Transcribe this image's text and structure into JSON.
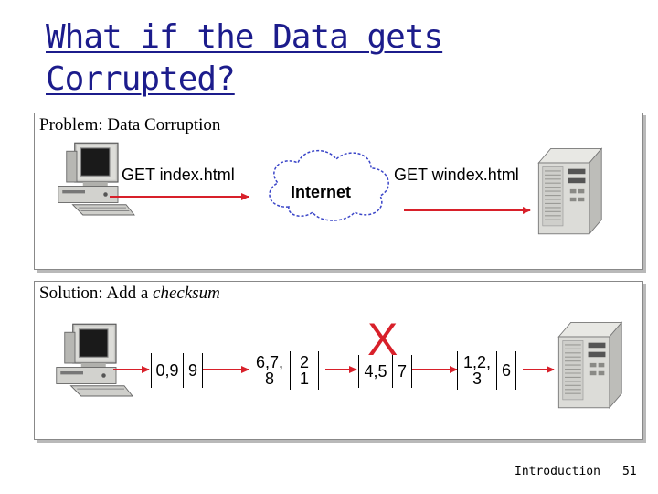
{
  "slide": {
    "title_line1": "What if the Data gets",
    "title_line2": "Corrupted?"
  },
  "problem": {
    "heading": "Problem: Data Corruption",
    "request_label": "GET index.html",
    "cloud_label": "Internet",
    "received_label": "GET windex.html"
  },
  "solution": {
    "heading_prefix": "Solution: Add a ",
    "heading_emph": "checksum",
    "packets": [
      {
        "data": "0,9",
        "checksum": "9"
      },
      {
        "data_line1": "6,7,",
        "data_line2": "8",
        "checksum_line1": "2",
        "checksum_line2": "1"
      },
      {
        "data": "4,5",
        "checksum": "7"
      },
      {
        "data_line1": "1,2,",
        "data_line2": "3",
        "checksum": "6"
      }
    ],
    "error_mark": "X"
  },
  "footer": {
    "section": "Introduction",
    "page_number": "51"
  },
  "colors": {
    "title": "#1c1c8c",
    "arrow": "#d8202a",
    "error": "#d8202a"
  }
}
